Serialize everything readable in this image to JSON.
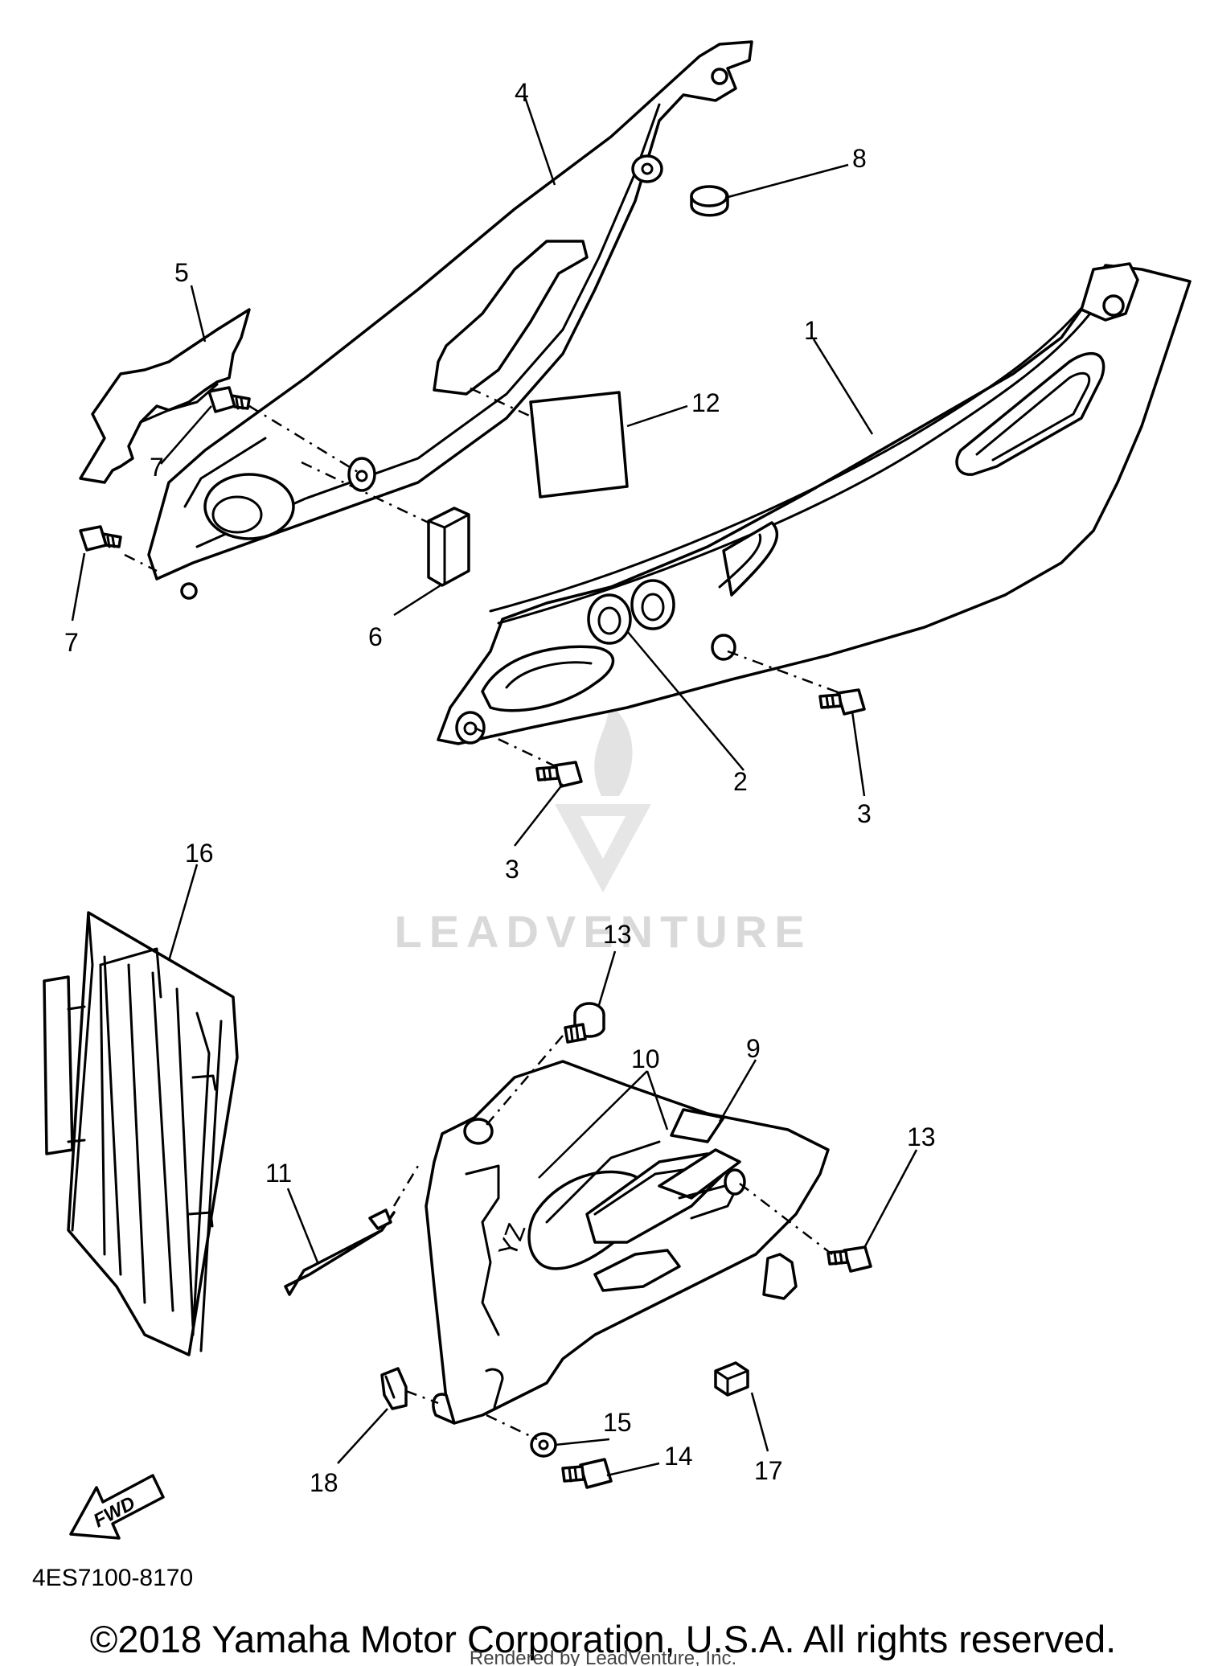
{
  "diagram": {
    "callouts": {
      "c1": "1",
      "c2": "2",
      "c3a": "3",
      "c3b": "3",
      "c4": "4",
      "c5": "5",
      "c6": "6",
      "c7a": "7",
      "c7b": "7",
      "c8": "8",
      "c9": "9",
      "c10": "10",
      "c11": "11",
      "c12": "12",
      "c13a": "13",
      "c13b": "13",
      "c14": "14",
      "c15": "15",
      "c16": "16",
      "c17": "17",
      "c18": "18"
    },
    "fwd_label": "FWD",
    "shroud_graphic": "YZ",
    "part_code": "4ES7100-8170",
    "watermark": "LEADVENTURE",
    "copyright": "©2018 Yamaha Motor Corporation, U.S.A. All rights reserved.",
    "rendered_by": "Rendered by LeadVenture, Inc."
  }
}
